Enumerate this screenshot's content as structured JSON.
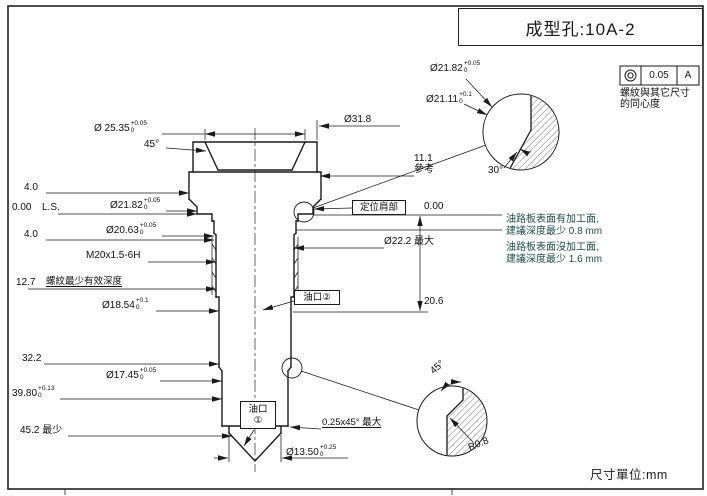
{
  "colors": {
    "line": "#1a1a1a",
    "note": "#1f4d4d",
    "background": "#ffffff"
  },
  "title_block": {
    "title": "成型孔:10A-2"
  },
  "footer": {
    "units": "尺寸單位:mm"
  },
  "concentricity_frame": {
    "tolerance": "0.05",
    "datum": "A",
    "note_line1": "螺紋與其它尺寸",
    "note_line2": "的同心度"
  },
  "surface_notes": {
    "machined_line1": "油路板表面有加工面,",
    "machined_line2": "建議深度最少 0.8 mm",
    "unmachined_line1": "油路板表面沒加工面,",
    "unmachined_line2": "建議深度最少 1.6 mm"
  },
  "callout_boxes": {
    "locating_shoulder": "定位肩部",
    "oil_port_2": "油口②",
    "oil_port_1_line1": "油口",
    "oil_port_1_line2": "①"
  },
  "dimensions": {
    "dia_25_35": {
      "value": "Ø 25.35",
      "tol_up": "+0.05",
      "tol_dn": "0"
    },
    "angle_45_top": "45°",
    "dia_31_8": "Ø31.8",
    "dia_21_82_detail": {
      "value": "Ø21.82",
      "tol_up": "+0.05",
      "tol_dn": "0"
    },
    "dia_21_11_detail": {
      "value": "Ø21.11",
      "tol_up": "+0.1",
      "tol_dn": "0"
    },
    "ref_11_1_value": "11.1",
    "ref_11_1_note": "參考",
    "h_4_0_upper": "4.0",
    "h_0_00_left": "0.00",
    "ls_label": "L.S.",
    "dia_21_82": {
      "value": "Ø21.82",
      "tol_up": "+0.05",
      "tol_dn": "0"
    },
    "dia_20_63": {
      "value": "Ø20.63",
      "tol_up": "+0.05",
      "tol_dn": "0"
    },
    "h_4_0_lower": "4.0",
    "thread_spec": "M20x1.5-6H",
    "h_12_7": "12.7",
    "thread_depth_note": "螺紋最少有效深度",
    "dia_18_54": {
      "value": "Ø18.54",
      "tol_up": "+0.1",
      "tol_dn": "0"
    },
    "h_20_6": "20.6",
    "dia_22_2_max": "Ø22.2 最大",
    "h_0_00_right": "0.00",
    "h_32_2": "32.2",
    "dia_17_45": {
      "value": "Ø17.45",
      "tol_up": "+0.05",
      "tol_dn": "0"
    },
    "h_39_80": {
      "value": "39.80",
      "tol_up": "+0.13",
      "tol_dn": "0"
    },
    "h_45_2_min": "45.2 最少",
    "chamfer_note": "0.25x45° 最大",
    "dia_13_50": {
      "value": "Ø13.50",
      "tol_up": "+0.25",
      "tol_dn": "0"
    },
    "angle_30_detail": "30°",
    "angle_45_detail": "45°",
    "radius_r0_8": "R0.8"
  }
}
